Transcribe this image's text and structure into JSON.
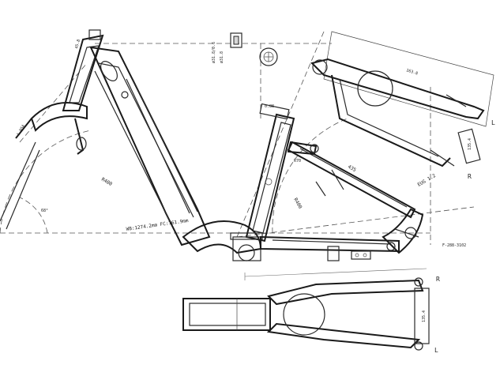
{
  "labels": {
    "wheelbase": "WB:1274.2mm   FC:761.9mm",
    "drawing_no": "F-288-3102",
    "seat_stay": "EUG 1.2",
    "chain_stay_len": "435",
    "head_top": "0.88",
    "radius_left": "R400",
    "radius_mid": "R400",
    "angle_head": "68°",
    "tube_mark_a": "1.95A",
    "tube_mark_b": "45.8",
    "tube_mark_c": "R70",
    "detail_top": "ø31.8/0.6",
    "detail_top2": "ø31.8",
    "r_top": "R",
    "l_top": "L",
    "r_bottom": "R",
    "l_bottom": "L",
    "right_dim_top": "135.4",
    "right_dim_bottom": "135.4",
    "stay_dim": "163.8"
  },
  "colors": {
    "line": "#2a2a2a",
    "background": "#ffffff"
  }
}
